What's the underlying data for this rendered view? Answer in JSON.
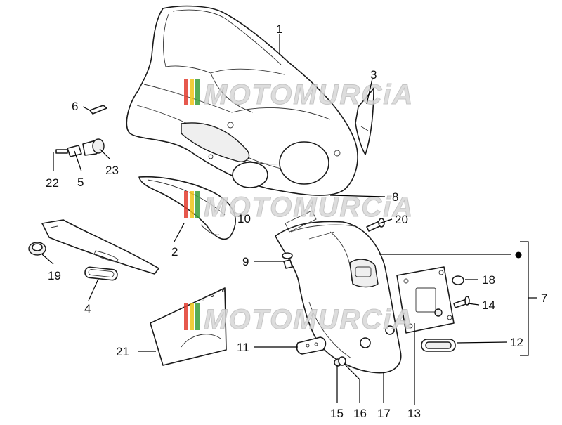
{
  "watermark": {
    "text": "MOTOMURCiA",
    "stripe_colors": [
      "#e23b2e",
      "#f0c419",
      "#3a9d3a"
    ]
  },
  "callouts": {
    "c1": "1",
    "c2": "2",
    "c3": "3",
    "c4": "4",
    "c5": "5",
    "c6": "6",
    "c7": "7",
    "c8": "8",
    "c9": "9",
    "c10": "10",
    "c11": "11",
    "c12": "12",
    "c13": "13",
    "c14": "14",
    "c15": "15",
    "c16": "16",
    "c17": "17",
    "c18": "18",
    "c19": "19",
    "c20": "20",
    "c21": "21",
    "c22": "22",
    "c23": "23"
  }
}
